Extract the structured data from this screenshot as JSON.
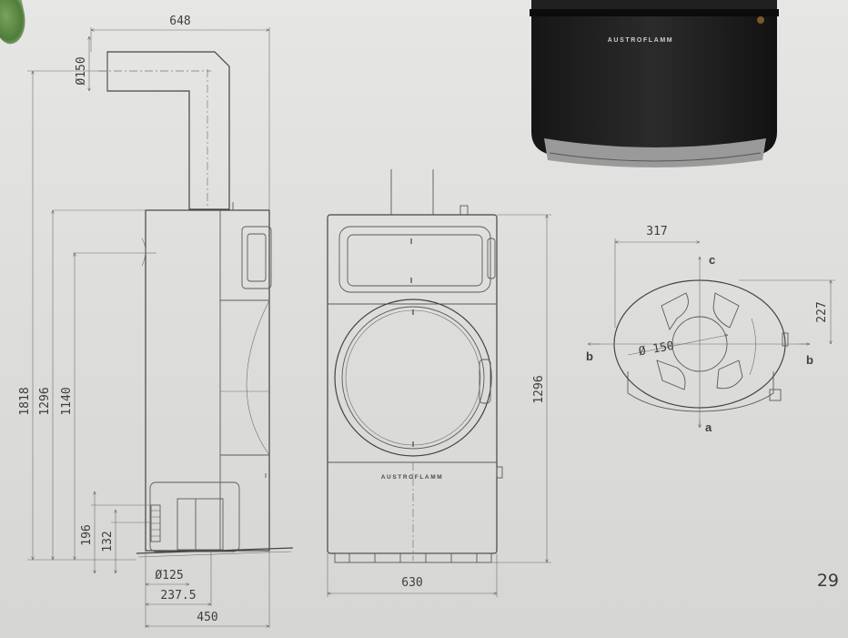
{
  "page": {
    "number": "29"
  },
  "brand": {
    "name": "AUSTROFLAMM"
  },
  "side_view": {
    "dim_top_width": "648",
    "dim_flue_dia": "Ø150",
    "dim_height_total": "1818",
    "dim_height_body": "1296",
    "dim_height_outlet": "1140",
    "dim_height_air_a": "196",
    "dim_height_air_b": "132",
    "dim_air_dia": "Ø125",
    "dim_depth_air": "237.5",
    "dim_depth_total": "450"
  },
  "front_view": {
    "dim_height": "1296",
    "dim_width": "630"
  },
  "top_view": {
    "dim_offset": "317",
    "dim_depth": "227",
    "dim_dia": "Ø 150",
    "label_a": "a",
    "label_b_left": "b",
    "label_b_right": "b",
    "label_c": "c"
  }
}
